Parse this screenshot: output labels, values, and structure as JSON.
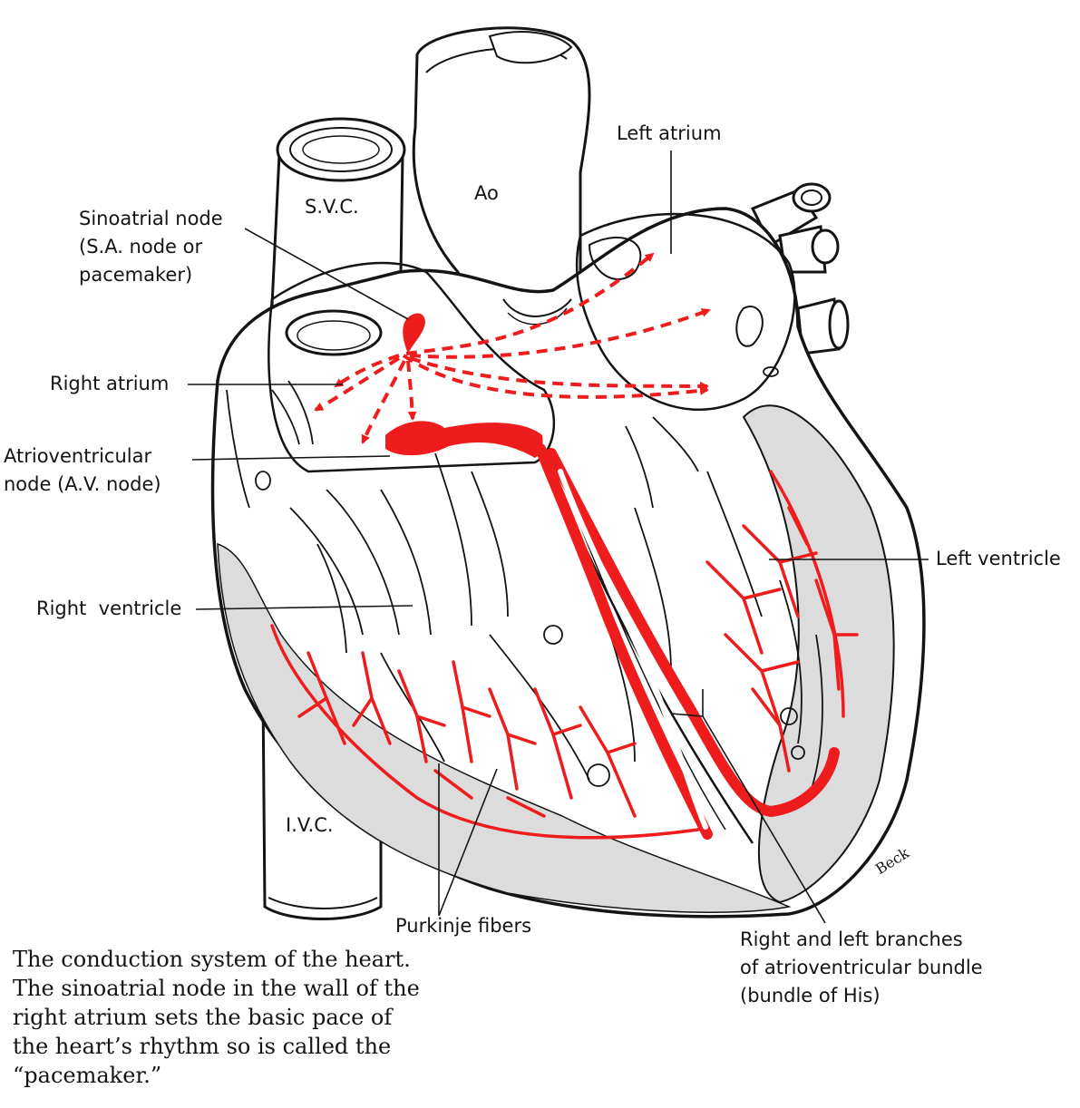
{
  "labels": {
    "svc": "S.V.C.",
    "ao": "Ao",
    "ivc": "I.V.C.",
    "left_atrium": "Left atrium",
    "sa_node": [
      "Sinoatrial node",
      "(S.A. node or",
      "pacemaker)"
    ],
    "right_atrium": "Right atrium",
    "av_node": [
      "Atrioventricular",
      "node (A.V. node)"
    ],
    "right_ventricle": "Right  ventricle",
    "left_ventricle": "Left ventricle",
    "purkinje": "Purkinje fibers",
    "bundle": [
      "Right and left branches",
      "of atrioventricular bundle",
      "(bundle of His)"
    ],
    "signature": "Beck"
  },
  "caption": [
    "The conduction system of the heart.",
    "The sinoatrial node in the wall of the",
    "right atrium sets the basic pace of",
    "the heart’s rhythm so is called the",
    "“pacemaker.”"
  ],
  "colors": {
    "ink": "#141414",
    "conduction": "#ee1c1c",
    "shade": "#dcdcdc",
    "paper": "#ffffff"
  }
}
